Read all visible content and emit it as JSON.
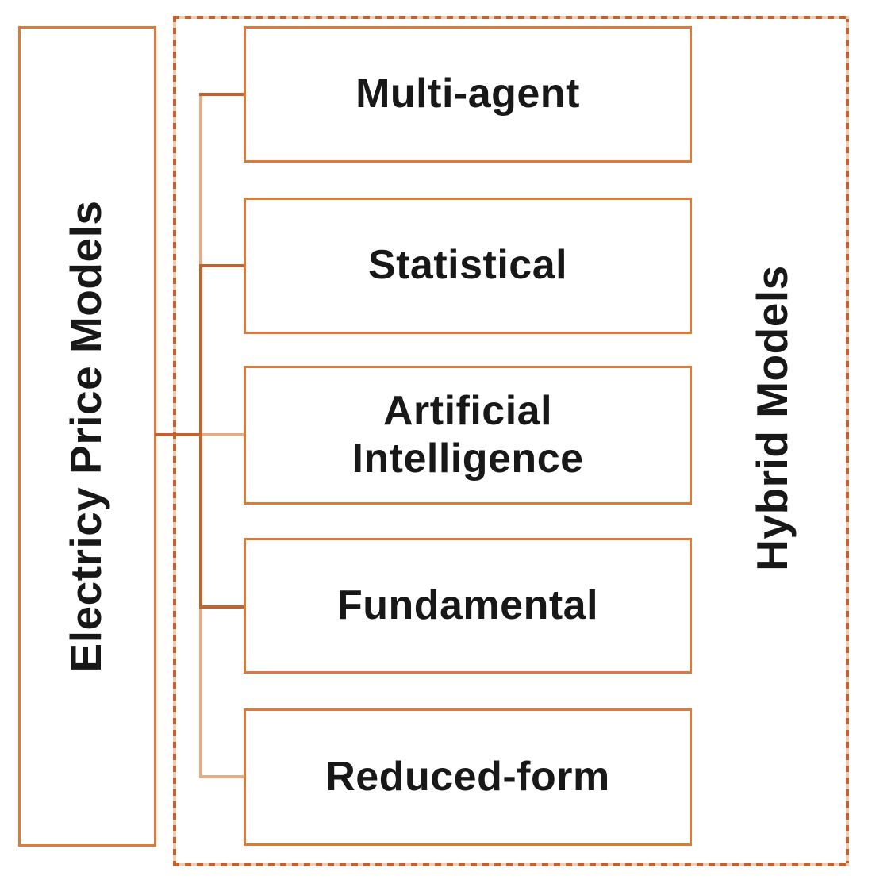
{
  "diagram": {
    "root_label": "Electricy Price Models",
    "group_label": "Hybrid Models",
    "model_boxes": [
      "Multi-agent",
      "Statistical",
      "Artificial Intelligence",
      "Fundamental",
      "Reduced-form"
    ],
    "colors": {
      "box_border": "#DE7A39",
      "dashed_border": "#C2622C",
      "connector_dark": "#C2622C",
      "connector_light": "#E3AE87",
      "text": "#181818",
      "background": "#FFFFFF"
    }
  }
}
